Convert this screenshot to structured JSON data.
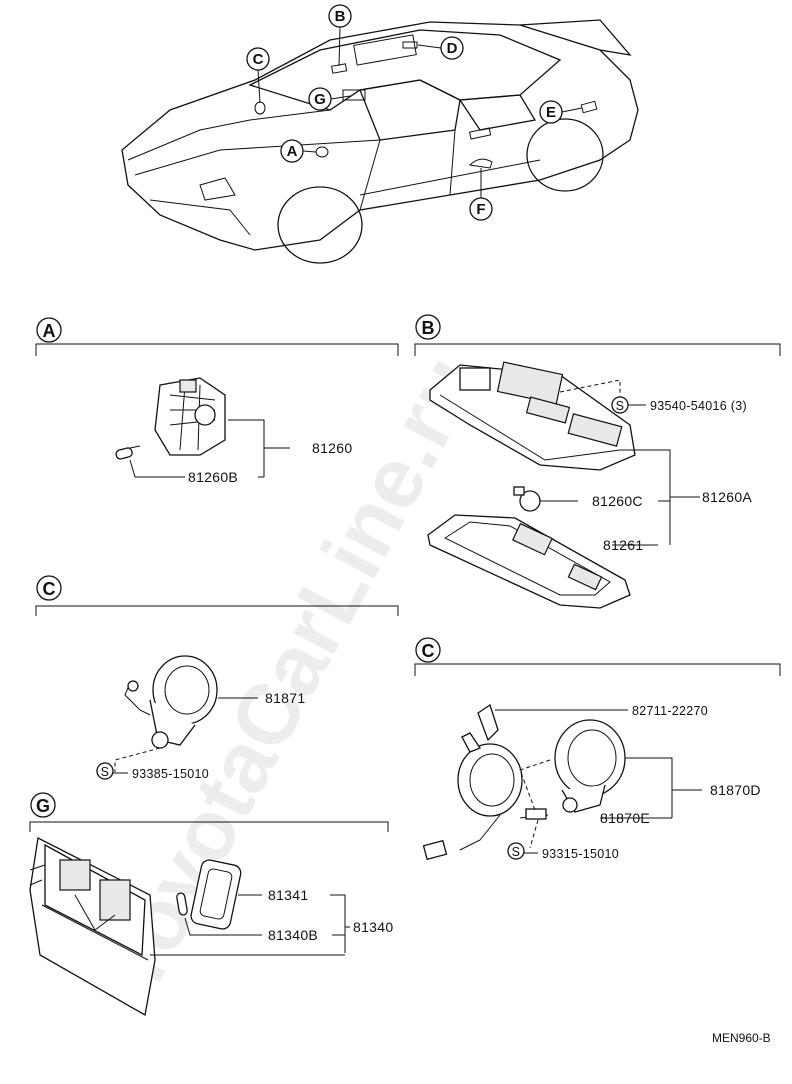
{
  "callouts": {
    "a": "A",
    "b": "B",
    "c": "C",
    "d": "D",
    "e": "E",
    "f": "F",
    "g": "G"
  },
  "sections": {
    "a": {
      "label": "A",
      "parts": {
        "p81260": "81260",
        "p81260b": "81260B"
      }
    },
    "b": {
      "label": "B",
      "parts": {
        "p93540": "93540-54016 (3)",
        "p81260c": "81260C",
        "p81260a": "81260A",
        "p81261": "81261"
      }
    },
    "c1": {
      "label": "C",
      "parts": {
        "p81871": "81871",
        "p93385": "93385-15010"
      }
    },
    "c2": {
      "label": "C",
      "parts": {
        "p82711": "82711-22270",
        "p81870d": "81870D",
        "p81870e": "81870E",
        "p93315": "93315-15010"
      }
    },
    "g": {
      "label": "G",
      "parts": {
        "p81341": "81341",
        "p81340b": "81340B",
        "p81340": "81340"
      }
    }
  },
  "screw_symbol": "S",
  "diagram_code": "MEN960-B",
  "watermark": "ToyotaCarLine.ru"
}
